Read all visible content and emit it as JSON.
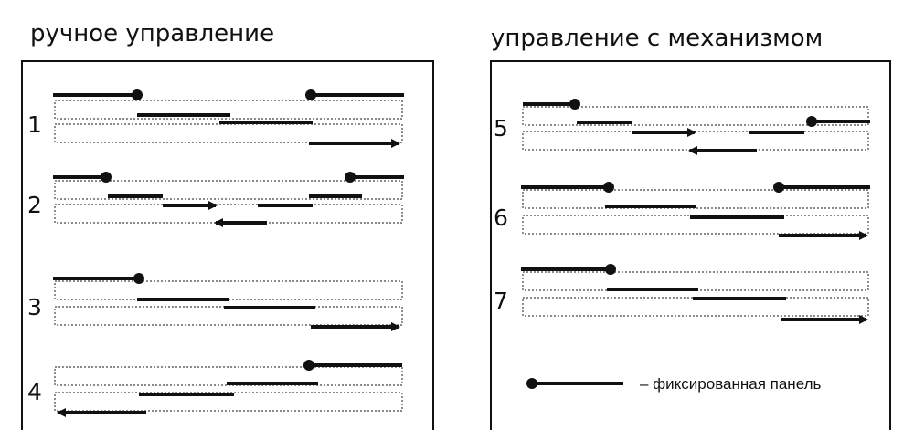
{
  "titles": {
    "left": "ручное управление",
    "right": "управление с механизмом"
  },
  "configs": [
    "1",
    "2",
    "3",
    "4",
    "5",
    "6",
    "7"
  ],
  "legend": {
    "text": "– фиксированная панель"
  }
}
